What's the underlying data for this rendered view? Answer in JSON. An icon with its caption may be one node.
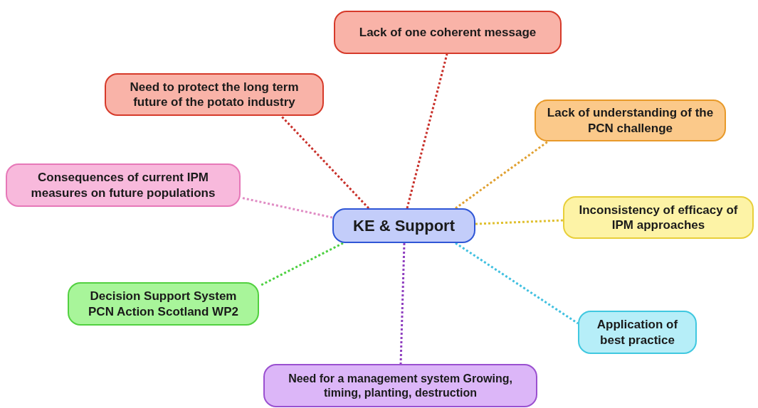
{
  "diagram": {
    "nodes": [
      {
        "text": [
          "KE & Support"
        ]
      },
      {
        "text": [
          "Lack of one coherent message"
        ]
      },
      {
        "text": [
          "Need to protect the long term future of the potato industry"
        ]
      },
      {
        "text": [
          "Lack of understanding of the PCN challenge"
        ]
      },
      {
        "text": [
          "Consequences of current IPM measures on future populations"
        ]
      },
      {
        "text": [
          "Inconsistency of efficacy of IPM approaches"
        ]
      },
      {
        "text": [
          "Decision Support System PCN Action Scotland WP2"
        ]
      },
      {
        "text": [
          "Application of best practice"
        ]
      },
      {
        "text": [
          "Need for a management system Growing, timing, planting, destruction"
        ]
      }
    ],
    "edges": [
      {
        "from": 0,
        "to": 1,
        "arrow": "none",
        "style": "dashed",
        "color": "#c8302a"
      },
      {
        "from": 0,
        "to": 2,
        "arrow": "none",
        "style": "dashed",
        "color": "#c8302a"
      },
      {
        "from": 0,
        "to": 3,
        "arrow": "none",
        "style": "dashed",
        "color": "#e0a030"
      },
      {
        "from": 0,
        "to": 4,
        "arrow": "none",
        "style": "dashed",
        "color": "#e08cc4"
      },
      {
        "from": 0,
        "to": 5,
        "arrow": "none",
        "style": "dashed",
        "color": "#e0c030"
      },
      {
        "from": 0,
        "to": 6,
        "arrow": "none",
        "style": "dashed",
        "color": "#4cd040"
      },
      {
        "from": 0,
        "to": 7,
        "arrow": "none",
        "style": "dashed",
        "color": "#40c0e0"
      },
      {
        "from": 0,
        "to": 8,
        "arrow": "none",
        "style": "dashed",
        "color": "#9040c0"
      }
    ]
  }
}
